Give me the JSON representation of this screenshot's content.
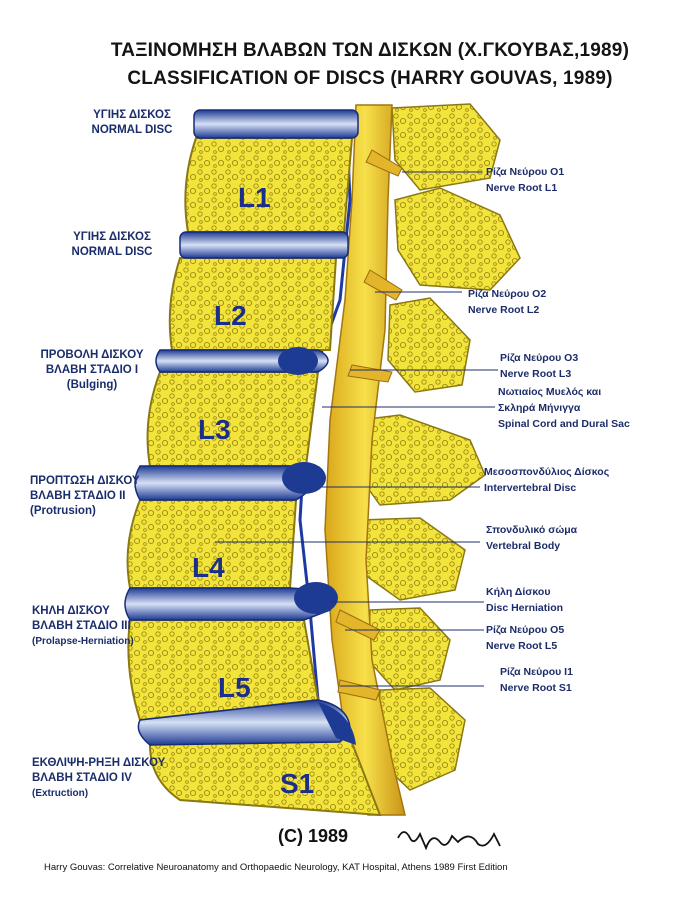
{
  "title_gr": "ΤΑΞΙΝΟΜΗΣΗ ΒΛΑΒΩΝ ΤΩΝ ΔΙΣΚΩΝ (Χ.ΓΚΟΥΒΑΣ,1989)",
  "title_en": "CLASSIFICATION OF DISCS (HARRY GOUVAS, 1989)",
  "vertebrae": [
    "L1",
    "L2",
    "L3",
    "L4",
    "L5",
    "S1"
  ],
  "left_labels": [
    {
      "gr": "ΥΓΙΗΣ ΔΙΣΚΟΣ",
      "en": "NORMAL DISC",
      "sub": ""
    },
    {
      "gr": "ΥΓΙΗΣ ΔΙΣΚΟΣ",
      "en": "NORMAL DISC",
      "sub": ""
    },
    {
      "gr": "ΠΡΟΒΟΛΗ ΔΙΣΚΟΥ",
      "en": "ΒΛΑΒΗ ΣΤΑΔΙΟ Ι",
      "sub": "(Bulging)"
    },
    {
      "gr": "ΠΡΟΠΤΩΣΗ ΔΙΣΚΟΥ",
      "en": "ΒΛΑΒΗ ΣΤΑΔΙΟ ΙΙ",
      "sub": "(Protrusion)"
    },
    {
      "gr": "ΚΗΛΗ ΔΙΣΚΟΥ",
      "en": "ΒΛΑΒΗ ΣΤΑΔΙΟ ΙΙΙ",
      "sub": "(Prolapse-Herniation)"
    },
    {
      "gr": "ΕΚΘΛΙΨΗ-ΡΗΞΗ ΔΙΣΚΟΥ",
      "en": "ΒΛΑΒΗ ΣΤΑΔΙΟ IV",
      "sub": "(Extruction)"
    }
  ],
  "right_labels": [
    {
      "gr": "Ρίζα Νεύρου Ο1",
      "en": "Nerve Root L1",
      "en2": ""
    },
    {
      "gr": "Ρίζα Νεύρου Ο2",
      "en": "Nerve Root L2",
      "en2": ""
    },
    {
      "gr": "Ρίζα Νεύρου Ο3",
      "en": "Nerve Root L3",
      "en2": ""
    },
    {
      "gr": "Νωτιαίος Μυελός και",
      "en": "Σκληρά Μήνιγγα",
      "en2": "Spinal Cord and Dural Sac"
    },
    {
      "gr": "Μεσοσπονδύλιος Δίσκος",
      "en": "Intervertebral Disc",
      "en2": ""
    },
    {
      "gr": "Σπονδυλικό σώμα",
      "en": "Vertebral Body",
      "en2": ""
    },
    {
      "gr": "Κήλη Δίσκου",
      "en": "Disc Herniation",
      "en2": ""
    },
    {
      "gr": "Ρίζα Νεύρου Ο5",
      "en": "Nerve Root L5",
      "en2": ""
    },
    {
      "gr": "Ρίζα Νεύρου Ι1",
      "en": "Nerve Root S1",
      "en2": ""
    }
  ],
  "copyright": "(C) 1989",
  "signature": "Χαρ.Γκούβας",
  "reference": "Harry Gouvas: Correlative Neuroanatomy and Orthopaedic Neurology, KAT Hospital, Athens 1989  First Edition",
  "colors": {
    "bone": "#f2e53a",
    "bone_dark": "#b8a51a",
    "disc": "#2b4aa8",
    "disc_light": "#c9d6f0",
    "label": "#1a2d6b"
  }
}
